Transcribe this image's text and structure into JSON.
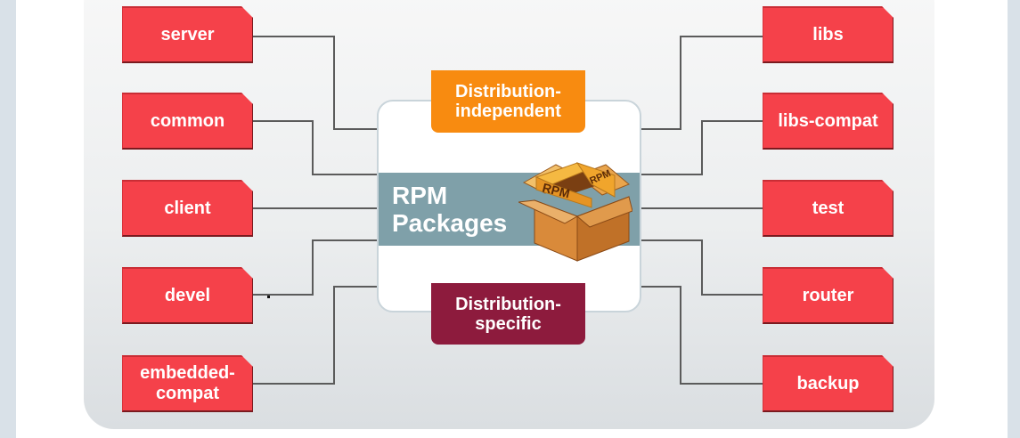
{
  "diagram": {
    "hub": {
      "title": "RPM\nPackages",
      "top_tag": "Distribution-\nindependent",
      "bottom_tag": "Distribution-\nspecific",
      "box_label_front": "RPM",
      "box_label_side": "RPM"
    },
    "left_packages": [
      {
        "label": "server"
      },
      {
        "label": "common"
      },
      {
        "label": "client"
      },
      {
        "label": "devel"
      },
      {
        "label": "embedded-\ncompat"
      }
    ],
    "right_packages": [
      {
        "label": "libs"
      },
      {
        "label": "libs-compat"
      },
      {
        "label": "test"
      },
      {
        "label": "router"
      },
      {
        "label": "backup"
      }
    ],
    "colors": {
      "package": "#f5414a",
      "hub_band": "#7fa0a9",
      "tag_independent": "#f88b10",
      "tag_specific": "#8d1b3d",
      "connector": "#5b5b5b"
    }
  }
}
